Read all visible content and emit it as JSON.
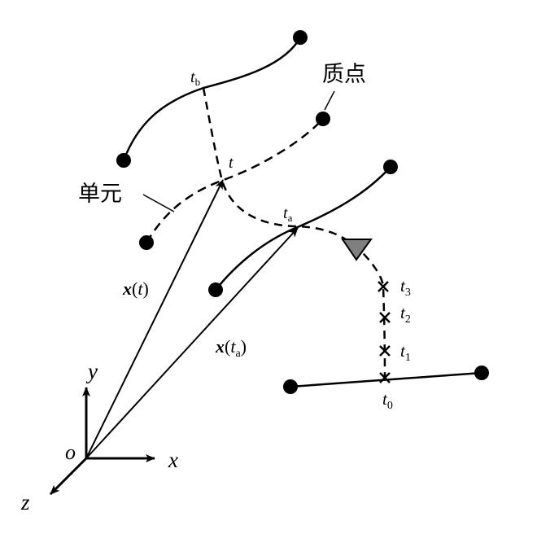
{
  "labels": {
    "particle": "质点",
    "element": "单元",
    "t": "t",
    "tb_main": "t",
    "tb_sub": "b",
    "ta_main": "t",
    "ta_sub": "a",
    "t0_main": "t",
    "t0_sub": "0",
    "t1_main": "t",
    "t1_sub": "1",
    "t2_main": "t",
    "t2_sub": "2",
    "t3_main": "t",
    "t3_sub": "3",
    "xt_bold": "x",
    "xt_paren_open": "(",
    "xt_arg": "t",
    "xt_paren_close": ")",
    "xta_bold": "x",
    "xta_paren_open": "(",
    "xta_arg": "t",
    "xta_sub": "a",
    "xta_paren_close": ")",
    "axis_x": "x",
    "axis_y": "y",
    "axis_z": "z",
    "origin": "o"
  },
  "colors": {
    "stroke": "#000000",
    "marker_fill": "#7f7f7f"
  }
}
